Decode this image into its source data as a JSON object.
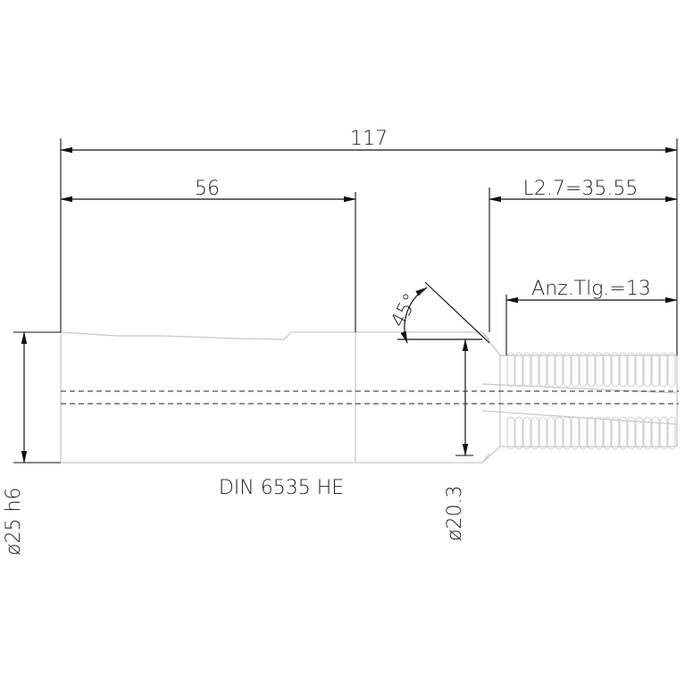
{
  "dimensions": {
    "overall_length": "117",
    "shank_length": "56",
    "cutting_length": "L2.7=35.55",
    "teeth_count": "Anz.Tlg.=13",
    "chamfer_angle": "45°",
    "shank_diameter": "ø25 h6",
    "neck_diameter": "ø20.3"
  },
  "standard_label": "DIN 6535 HE",
  "colors": {
    "dimension": "#111111",
    "outline": "#c8c8c8",
    "background": "#ffffff"
  }
}
